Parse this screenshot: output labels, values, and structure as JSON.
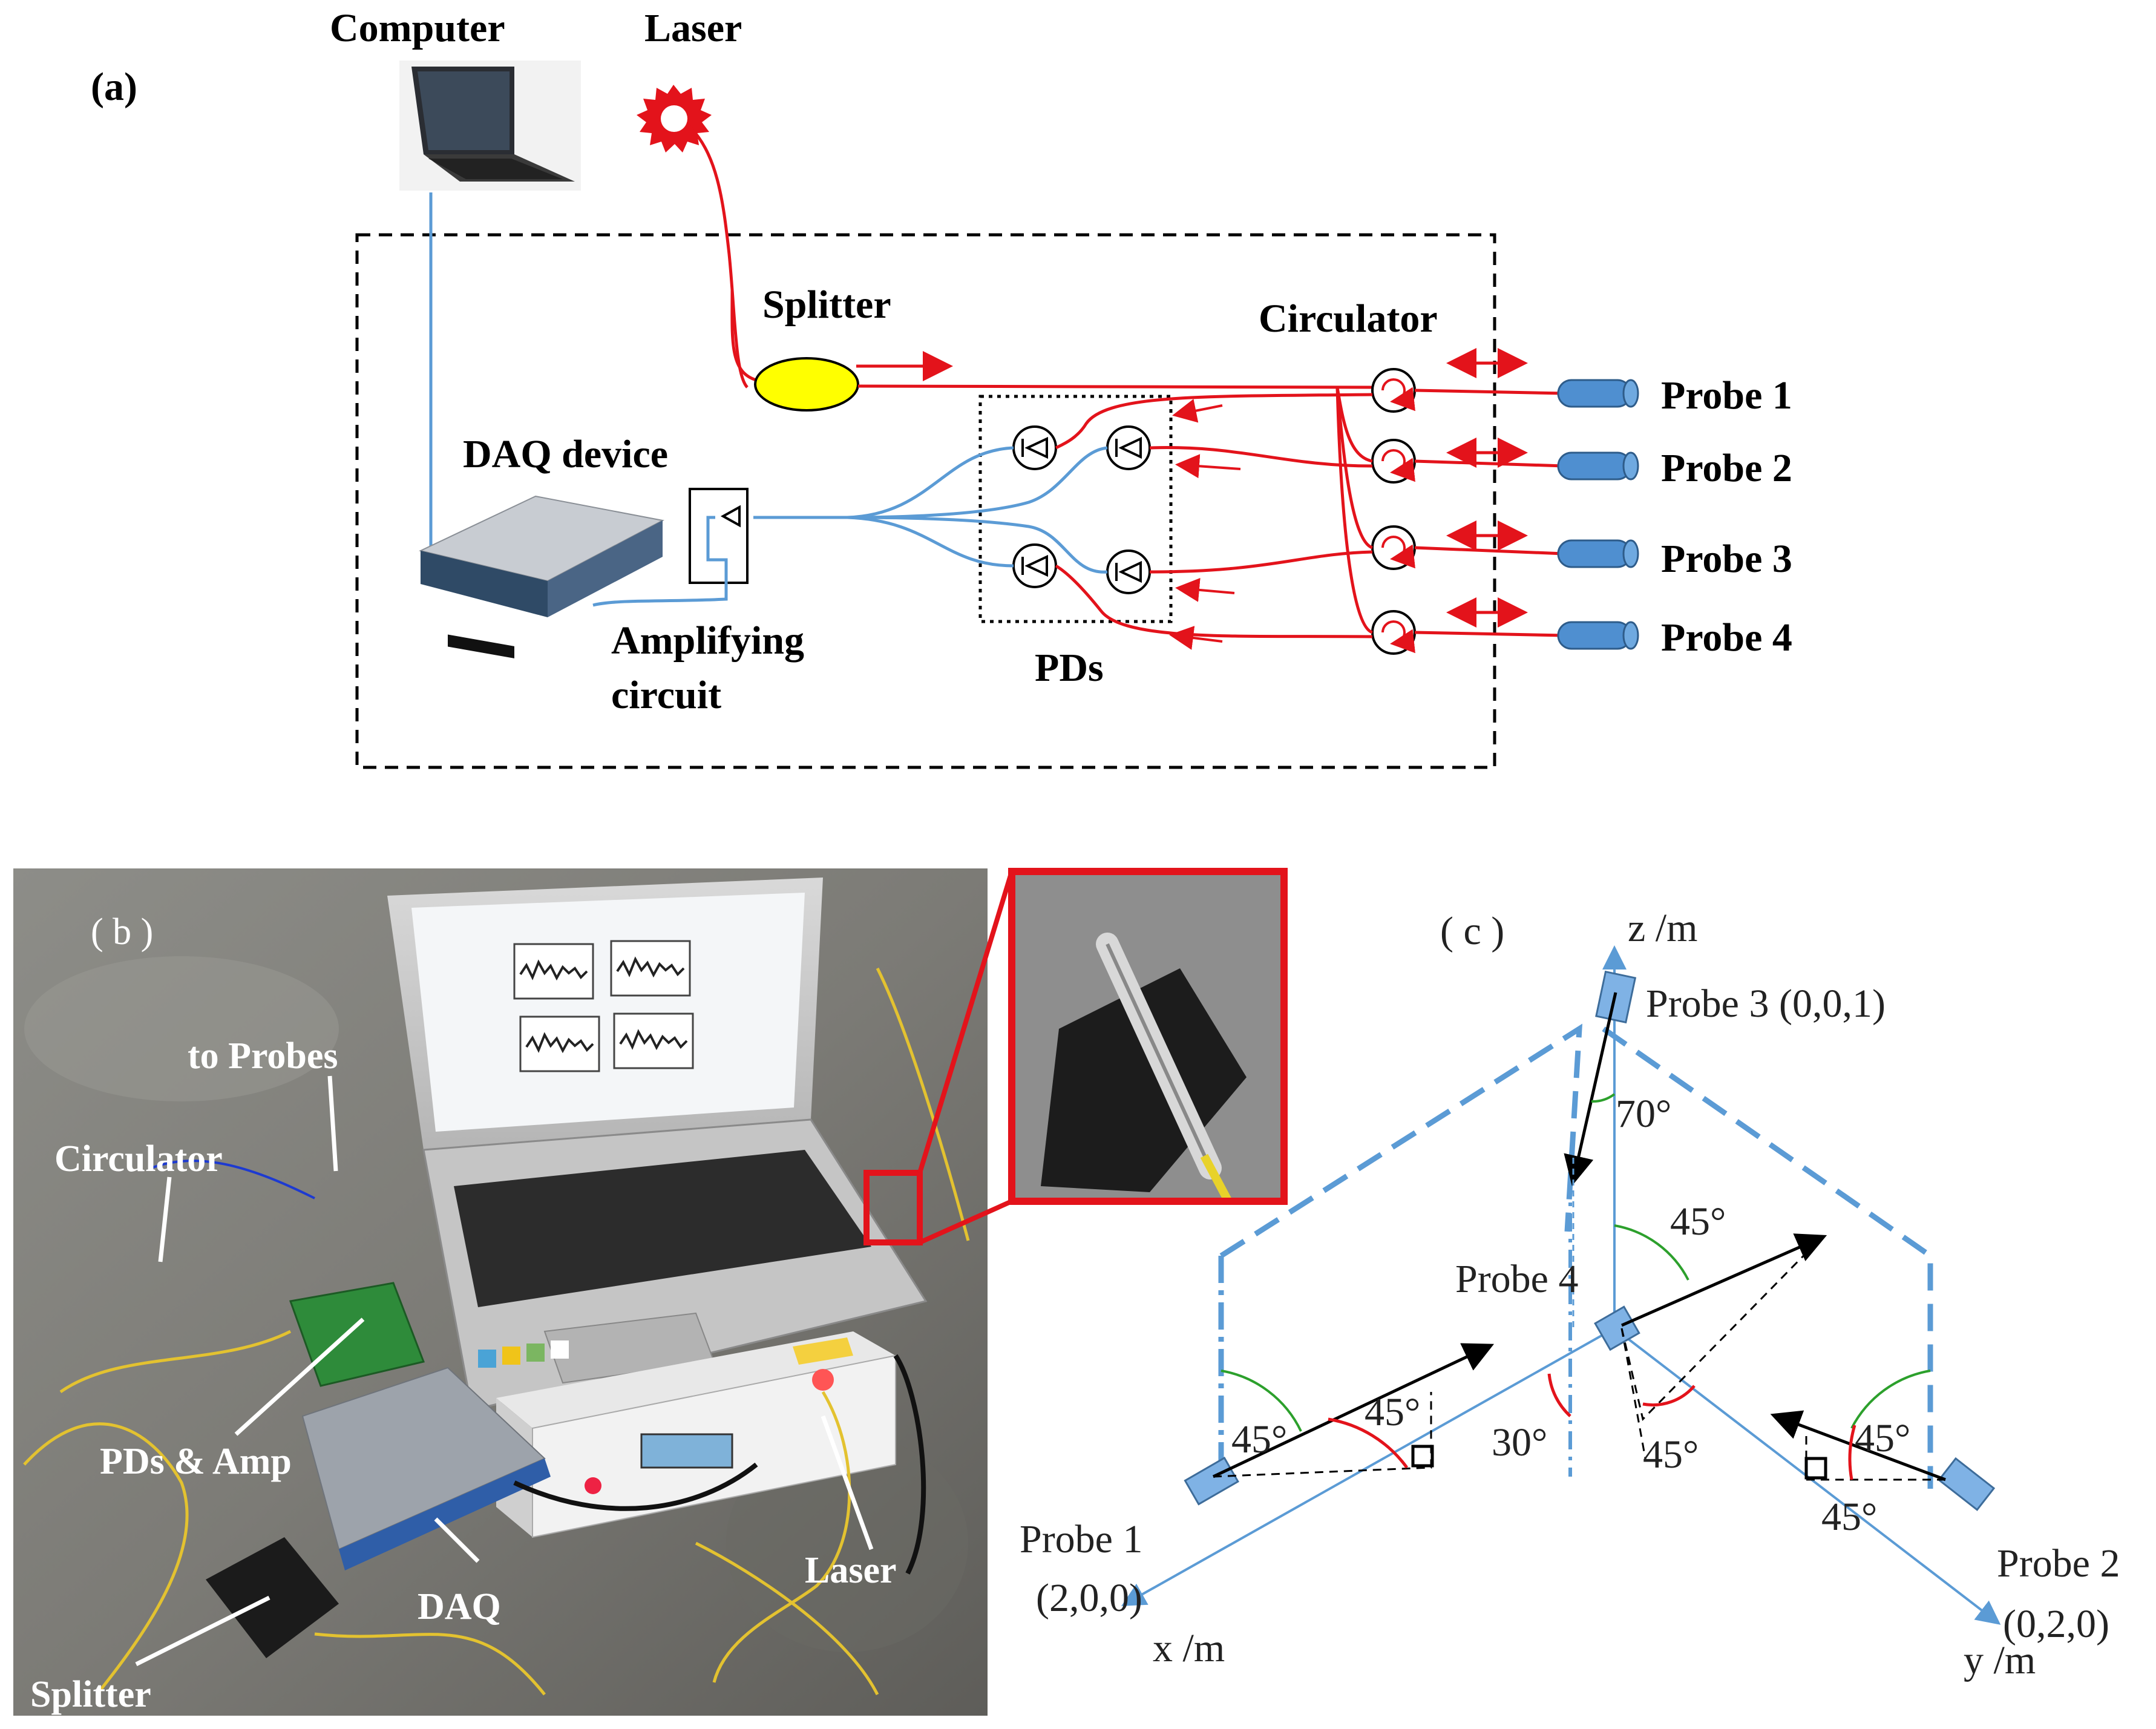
{
  "panel_a": {
    "label_open": "(",
    "label_letter": "a",
    "label_close": ")",
    "computer": "Computer",
    "laser": "Laser",
    "splitter": "Splitter",
    "circulator": "Circulator",
    "daq_device": "DAQ device",
    "amplifying_1": "Amplifying",
    "amplifying_2": "circuit",
    "pds": "PDs",
    "probes": [
      "Probe 1",
      "Probe 2",
      "Probe 3",
      "Probe 4"
    ]
  },
  "panel_b": {
    "label": "( b )",
    "to_probes": "to Probes",
    "circulator": "Circulator",
    "pds_amp": "PDs & Amp",
    "daq": "DAQ",
    "laser": "Laser",
    "splitter": "Splitter"
  },
  "panel_c": {
    "label": "( c )",
    "z_axis": "z /m",
    "x_axis": "x /m",
    "y_axis": "y /m",
    "probe3": "Probe 3 (0,0,1)",
    "probe4": "Probe 4",
    "probe1_name": "Probe 1",
    "probe1_coord": "(2,0,0)",
    "probe2_name": "Probe 2",
    "probe2_coord": "(0,2,0)",
    "angle_70": "70°",
    "angle_45_top": "45°",
    "angle_45_left": "45°",
    "angle_30": "30°",
    "angle_45_center": "45°",
    "angle_45_p1": "45°",
    "angle_45_right": "45°",
    "angle_45_p2": "45°"
  },
  "colors": {
    "fiber_red": "#e3131b",
    "signal_blue": "#5b9bd5",
    "splitter_yellow": "#ffff00",
    "probe_blue": "#4f8fd0"
  }
}
